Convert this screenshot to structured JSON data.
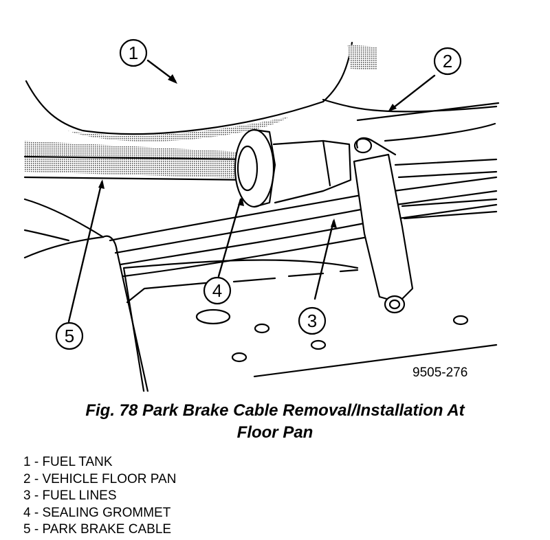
{
  "figure": {
    "code": "9505-276",
    "caption_line1": "Fig. 78 Park Brake Cable Removal/Installation At",
    "caption_line2": "Floor Pan"
  },
  "callouts": [
    "1",
    "2",
    "3",
    "4",
    "5"
  ],
  "legend": [
    {
      "text": "1 - FUEL TANK"
    },
    {
      "text": "2 - VEHICLE FLOOR PAN"
    },
    {
      "text": "3 - FUEL LINES"
    },
    {
      "text": "4 - SEALING GROMMET"
    },
    {
      "text": "5 - PARK BRAKE CABLE"
    }
  ]
}
